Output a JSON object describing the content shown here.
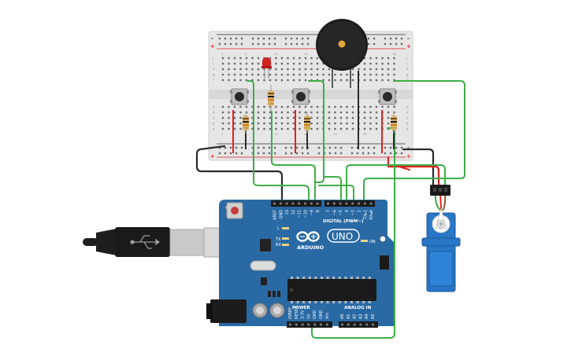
{
  "arduino": {
    "brand": "ARDUINO",
    "model": "UNO",
    "digital_header": "DIGITAL (PWM~)",
    "power_header": "POWER",
    "analog_header": "ANALOG IN",
    "on_label": "ON",
    "led_l": "L",
    "led_tx": "TX",
    "led_rx": "RX",
    "top_pins": [
      "AREF",
      "GND",
      "13",
      "12",
      "~11",
      "~10",
      "~9",
      "8",
      "7",
      "~6",
      "~5",
      "4",
      "~3",
      "2",
      "TX▸1",
      "RX◂0"
    ],
    "power_pins": [
      "IOREF",
      "RESET",
      "3.3V",
      "5V",
      "GND",
      "GND",
      "Vin"
    ],
    "analog_pins": [
      "A0",
      "A1",
      "A2",
      "A3",
      "A4",
      "A5"
    ]
  },
  "breadboard": {
    "columns": [
      "1",
      "5",
      "10",
      "15",
      "20",
      "25",
      "30"
    ],
    "rows_top": [
      "j",
      "i",
      "h",
      "g",
      "f"
    ],
    "rows_bottom": [
      "e",
      "d",
      "c",
      "b",
      "a"
    ],
    "rail_plus": "+",
    "rail_minus": "-"
  },
  "colors": {
    "board": "#2a6aa4",
    "wire_green": "#3fae49",
    "wire_red": "#e0221f",
    "wire_black": "#303030",
    "servo": "#2876c5"
  }
}
